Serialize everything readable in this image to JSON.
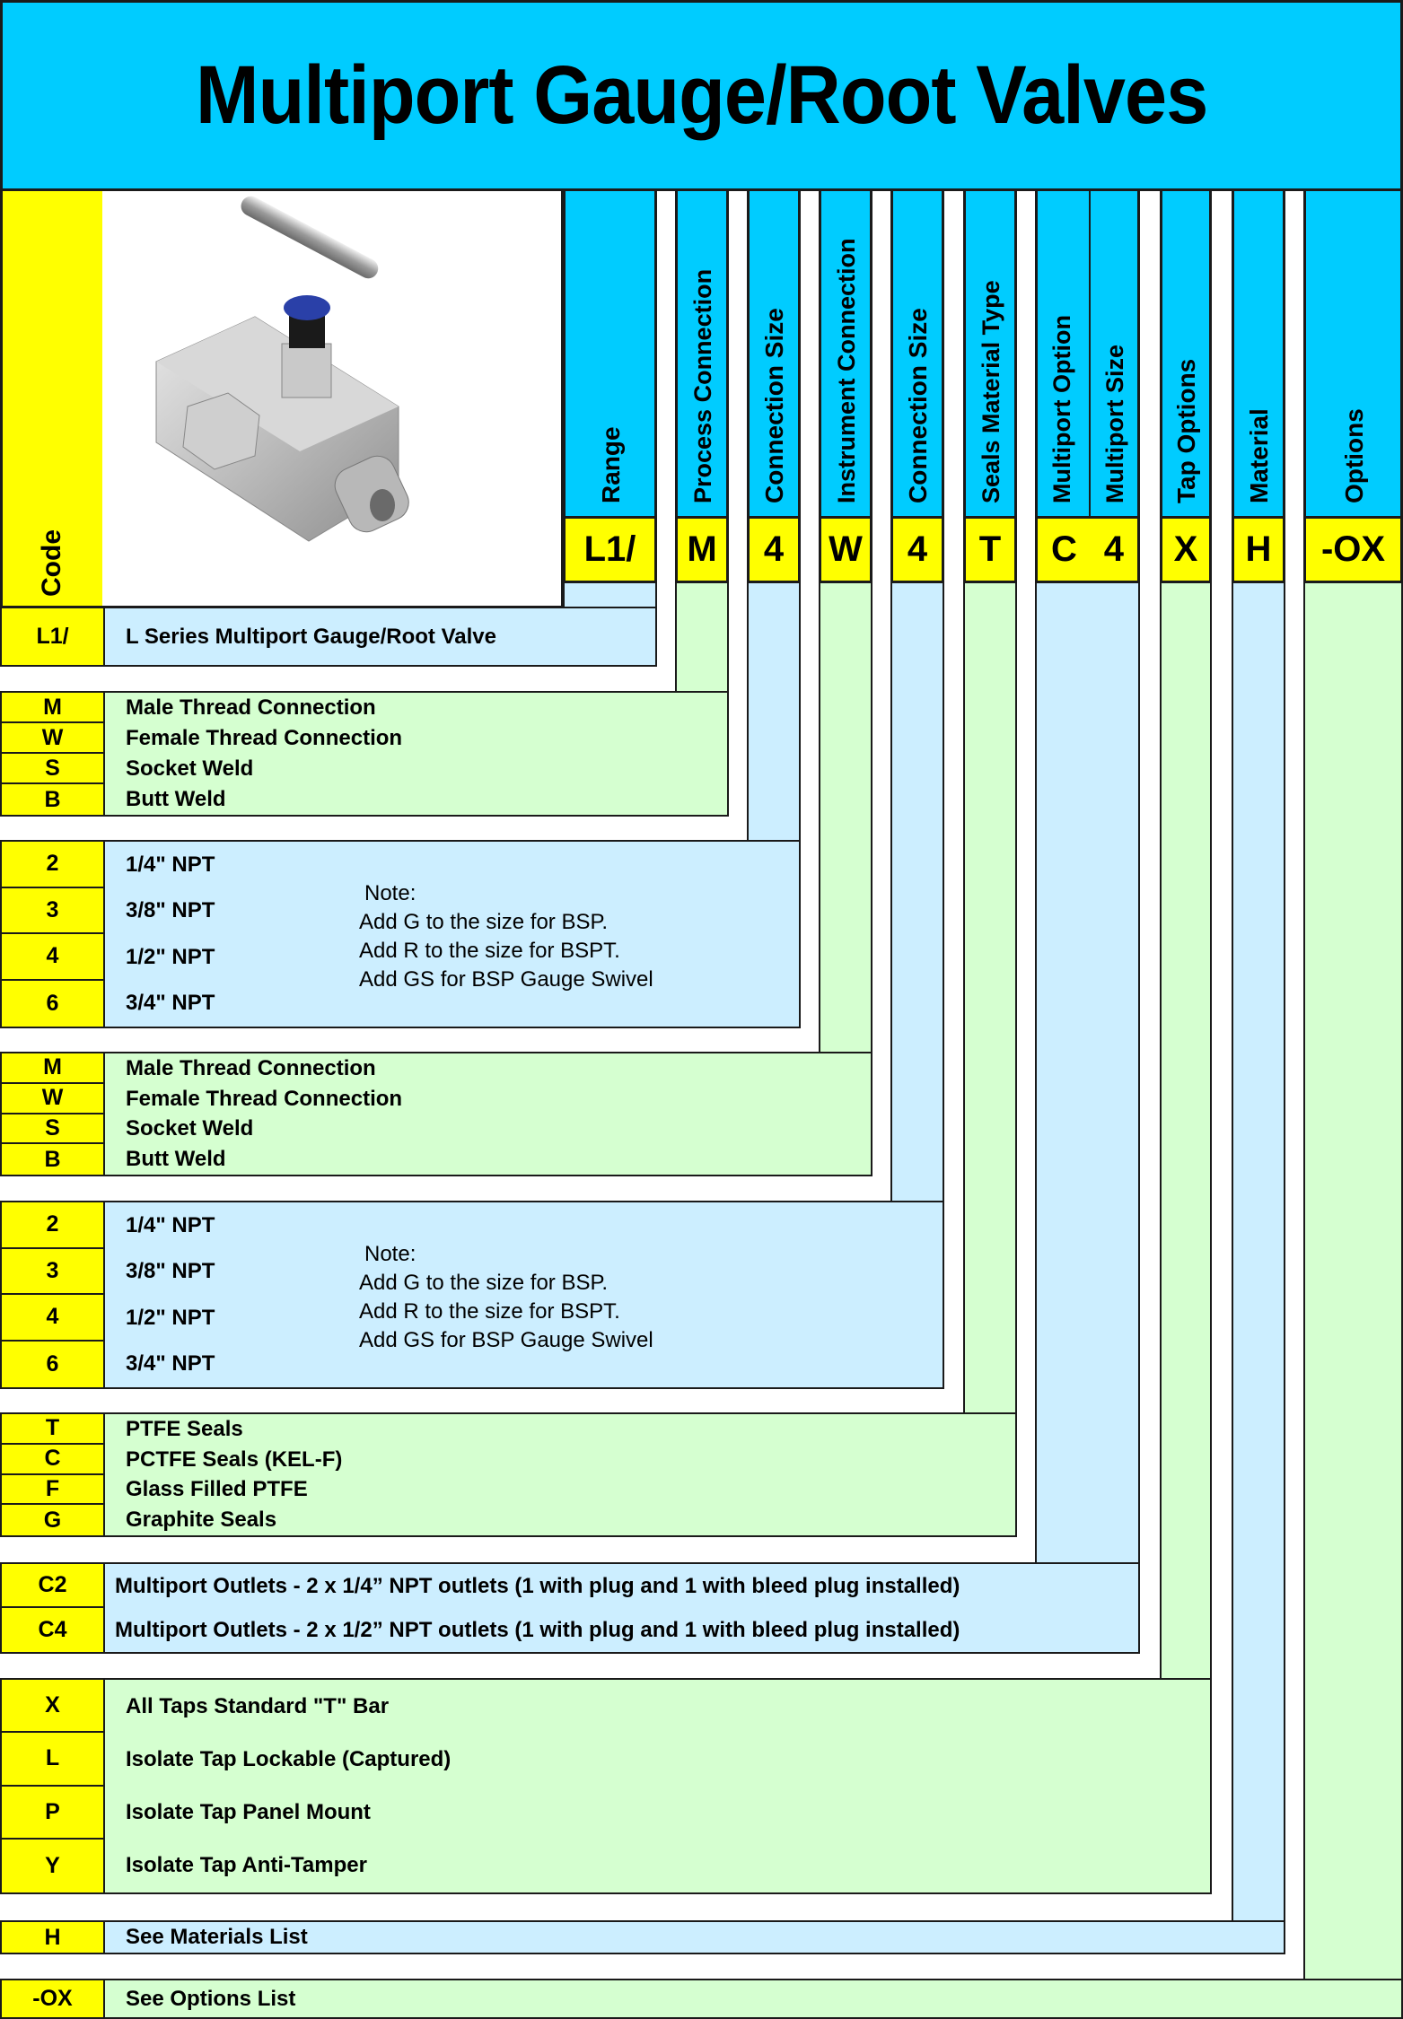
{
  "title": "Multiport Gauge/Root Valves",
  "code_header": "Code",
  "product_image": {
    "alt": "L series multiport gauge/root valve with T-bar handle",
    "icon": "valve-illustration"
  },
  "columns": [
    {
      "header": "Range",
      "code": "L1/",
      "color": "#cceeff"
    },
    {
      "header": "Process Connection",
      "code": "M",
      "color": "#d5ffd0"
    },
    {
      "header": "Connection Size",
      "code": "4",
      "color": "#cceeff"
    },
    {
      "header": "Instrument Connection",
      "code": "W",
      "color": "#d5ffd0"
    },
    {
      "header": "Connection Size",
      "code": "4",
      "color": "#cceeff"
    },
    {
      "header": "Seals Material Type",
      "code": "T",
      "color": "#d5ffd0"
    },
    {
      "header": "Multiport Option",
      "header2": "Multiport Size",
      "code": "C",
      "code2": "4",
      "color": "#cceeff"
    },
    {
      "header": "Tap Options",
      "code": "X",
      "color": "#d5ffd0"
    },
    {
      "header": "Material",
      "code": "H",
      "color": "#cceeff"
    },
    {
      "header": "Options",
      "code": "-OX",
      "color": "#d5ffd0"
    }
  ],
  "sections": [
    {
      "name": "range",
      "rows": [
        {
          "code": "L1/",
          "desc": "L Series Multiport Gauge/Root Valve"
        }
      ]
    },
    {
      "name": "process-connection",
      "rows": [
        {
          "code": "M",
          "desc": "Male Thread Connection"
        },
        {
          "code": "W",
          "desc": "Female Thread Connection"
        },
        {
          "code": "S",
          "desc": "Socket Weld"
        },
        {
          "code": "B",
          "desc": "Butt Weld"
        }
      ]
    },
    {
      "name": "process-connection-size",
      "rows": [
        {
          "code": "2",
          "desc": "1/4\" NPT"
        },
        {
          "code": "3",
          "desc": "3/8\" NPT"
        },
        {
          "code": "4",
          "desc": "1/2\" NPT"
        },
        {
          "code": "6",
          "desc": "3/4\" NPT"
        }
      ],
      "note": [
        "Note:",
        "Add G to the size for BSP.",
        "Add R to the size for BSPT.",
        "Add GS for BSP Gauge Swivel"
      ]
    },
    {
      "name": "instrument-connection",
      "rows": [
        {
          "code": "M",
          "desc": "Male Thread Connection"
        },
        {
          "code": "W",
          "desc": "Female Thread Connection"
        },
        {
          "code": "S",
          "desc": "Socket Weld"
        },
        {
          "code": "B",
          "desc": "Butt Weld"
        }
      ]
    },
    {
      "name": "instrument-connection-size",
      "rows": [
        {
          "code": "2",
          "desc": "1/4\" NPT"
        },
        {
          "code": "3",
          "desc": "3/8\" NPT"
        },
        {
          "code": "4",
          "desc": "1/2\" NPT"
        },
        {
          "code": "6",
          "desc": "3/4\" NPT"
        }
      ],
      "note": [
        "Note:",
        "Add G to the size for BSP.",
        "Add R to the size for BSPT.",
        "Add GS for BSP Gauge Swivel"
      ]
    },
    {
      "name": "seals-material",
      "rows": [
        {
          "code": "T",
          "desc": "PTFE Seals"
        },
        {
          "code": "C",
          "desc": "PCTFE Seals (KEL-F)"
        },
        {
          "code": "F",
          "desc": "Glass Filled PTFE"
        },
        {
          "code": "G",
          "desc": "Graphite Seals"
        }
      ]
    },
    {
      "name": "multiport",
      "rows": [
        {
          "code": "C2",
          "desc": "Multiport Outlets - 2 x 1/4” NPT outlets (1 with plug and 1 with bleed plug installed)"
        },
        {
          "code": "C4",
          "desc": "Multiport Outlets - 2 x 1/2” NPT outlets (1 with plug and 1 with bleed plug installed)"
        }
      ]
    },
    {
      "name": "tap-options",
      "rows": [
        {
          "code": "X",
          "desc": "All Taps Standard \"T\" Bar"
        },
        {
          "code": "L",
          "desc": "Isolate Tap Lockable (Captured)"
        },
        {
          "code": "P",
          "desc": "Isolate Tap Panel Mount"
        },
        {
          "code": "Y",
          "desc": "Isolate Tap Anti-Tamper"
        }
      ]
    },
    {
      "name": "material",
      "rows": [
        {
          "code": "H",
          "desc": "See Materials List"
        }
      ]
    },
    {
      "name": "options",
      "rows": [
        {
          "code": "-OX",
          "desc": "See Options List"
        }
      ]
    }
  ],
  "colors": {
    "title_bg": "#00ccff",
    "code_bg": "#ffff00",
    "blue_bg": "#cceeff",
    "green_bg": "#d5ffd0"
  }
}
